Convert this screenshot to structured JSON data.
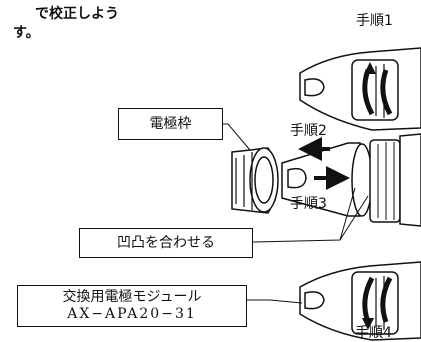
{
  "intro": {
    "line1": "で校正しよう",
    "line2": "す。"
  },
  "steps": {
    "step1": "手順1",
    "step2": "手順2",
    "step3": "手順3",
    "step4": "手順4"
  },
  "labels": {
    "electrode_frame": "電極枠",
    "align_bumps": "凹凸を合わせる",
    "module_line1": "交換用電極モジュール",
    "module_line2": "AX−APA20−31"
  }
}
